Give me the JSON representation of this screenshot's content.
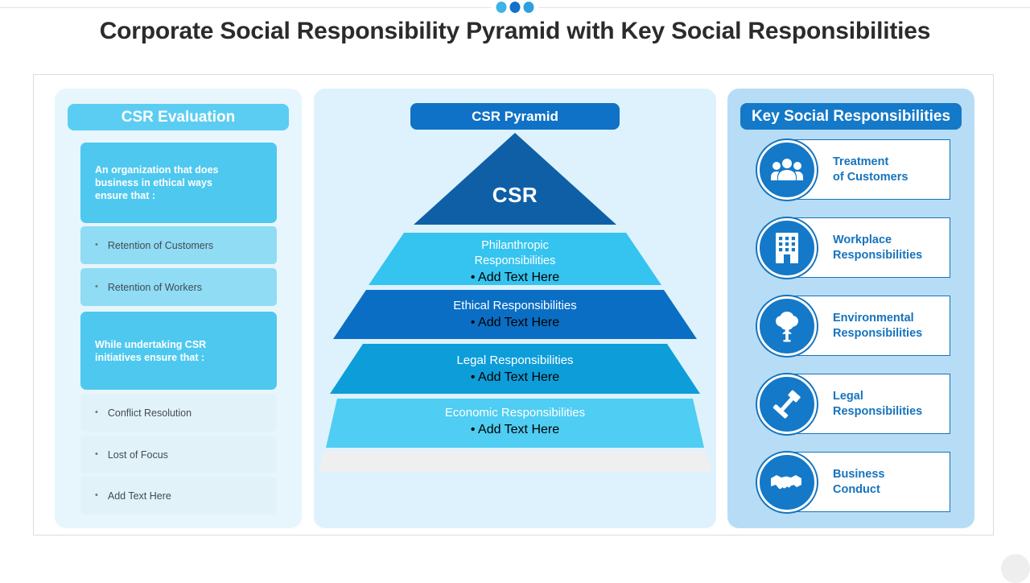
{
  "header": {
    "title": "Corporate Social Responsibility Pyramid with Key Social Responsibilities",
    "dots": [
      "dot-light-blue",
      "dot-dark-blue",
      "dot-medium-blue"
    ]
  },
  "colors": {
    "accent_dark_blue": "#0f5fa7",
    "accent_blue": "#1479c8",
    "accent_mid_blue": "#0d9dd9",
    "accent_light_blue": "#4fcdf2",
    "accent_sky": "#5ccdf2",
    "panel_left_bg": "#e7f6fd",
    "panel_mid_bg": "#ddf2fc",
    "panel_right_bg": "#b6ddf5"
  },
  "left_panel": {
    "heading": "CSR Evaluation",
    "notes": [
      {
        "lines": [
          "An organization that does",
          "business  in ethical ways",
          "ensure that :"
        ]
      },
      {
        "lines": [
          "While undertaking CSR",
          "initiatives ensure that :"
        ]
      }
    ],
    "items_group_1": [
      {
        "bullet": "•",
        "label": "Retention of Customers"
      },
      {
        "bullet": "•",
        "label": "Retention of Workers"
      }
    ],
    "items_group_2": [
      {
        "bullet": "•",
        "label": "Conflict Resolution"
      },
      {
        "bullet": "•",
        "label": "Lost of Focus"
      },
      {
        "bullet": "•",
        "label": "Add Text Here"
      }
    ]
  },
  "middle_panel": {
    "heading": "CSR Pyramid",
    "apex_label": "CSR",
    "layers": [
      {
        "title_lines": [
          "Philanthropic",
          "Responsibilities"
        ],
        "sub_bullet": "•",
        "sub_label": "Add Text Here",
        "color": "#35c3ef"
      },
      {
        "title_lines": [
          "Ethical Responsibilities"
        ],
        "sub_bullet": "•",
        "sub_label": "Add Text Here",
        "color": "#0a6ec4"
      },
      {
        "title_lines": [
          "Legal Responsibilities"
        ],
        "sub_bullet": "•",
        "sub_label": "Add Text Here",
        "color": "#0d9dd9"
      },
      {
        "title_lines": [
          "Economic Responsibilities"
        ],
        "sub_bullet": "•",
        "sub_label": "Add Text Here",
        "color": "#4fcdf2"
      }
    ]
  },
  "right_panel": {
    "heading": "Key Social Responsibilities",
    "items": [
      {
        "icon": "people-group-icon",
        "lines": [
          "Treatment",
          "of Customers"
        ]
      },
      {
        "icon": "office-building-icon",
        "lines": [
          "Workplace",
          "Responsibilities"
        ]
      },
      {
        "icon": "tree-icon",
        "lines": [
          "Environmental",
          "Responsibilities"
        ]
      },
      {
        "icon": "gavel-icon",
        "lines": [
          "Legal",
          "Responsibilities"
        ]
      },
      {
        "icon": "handshake-icon",
        "lines": [
          "Business",
          "Conduct"
        ]
      }
    ]
  }
}
